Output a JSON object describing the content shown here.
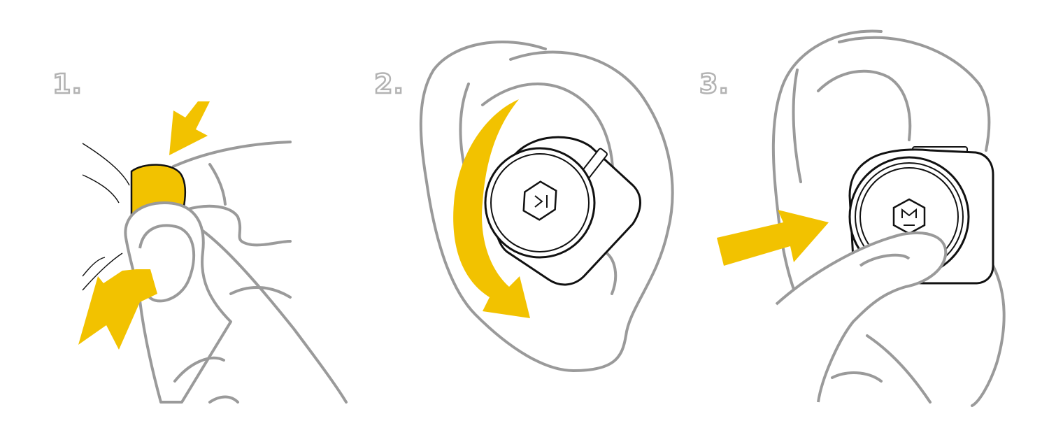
{
  "steps": [
    {
      "number": "1."
    },
    {
      "number": "2."
    },
    {
      "number": "3."
    }
  ],
  "colors": {
    "accent": "#f2c200",
    "outline_gray": "#9a9a9a",
    "label_gray": "#b3b3b3",
    "ink": "#111111",
    "background": "#ffffff"
  },
  "icons": [
    "press-arrow-icon",
    "rotate-arrow-icon",
    "push-arrow-icon",
    "brand-logo-icon"
  ]
}
